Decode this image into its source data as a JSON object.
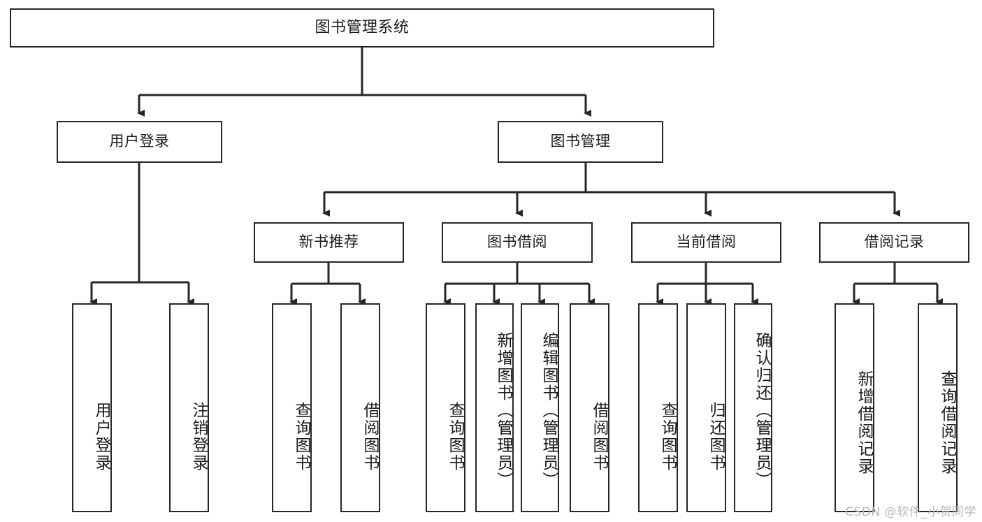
{
  "diagram": {
    "type": "tree-hierarchy",
    "title": "图书管理系统",
    "root": {
      "label": "图书管理系统"
    },
    "level2": [
      {
        "id": "user-login",
        "label": "用户登录"
      },
      {
        "id": "book-management",
        "label": "图书管理"
      }
    ],
    "level3": [
      {
        "id": "new-book-recommend",
        "label": "新书推荐",
        "parent": "book-management"
      },
      {
        "id": "book-borrow",
        "label": "图书借阅",
        "parent": "book-management"
      },
      {
        "id": "current-borrow",
        "label": "当前借阅",
        "parent": "book-management"
      },
      {
        "id": "borrow-record",
        "label": "借阅记录",
        "parent": "book-management"
      }
    ],
    "leaves": {
      "user_login": [
        {
          "id": "leaf-user-login",
          "label": "用户登录"
        },
        {
          "id": "leaf-logout",
          "label": "注销登录"
        }
      ],
      "new_book_recommend": [
        {
          "id": "leaf-query-book-1",
          "label": "查询图书"
        },
        {
          "id": "leaf-borrow-book-1",
          "label": "借阅图书"
        }
      ],
      "book_borrow": [
        {
          "id": "leaf-query-book-2",
          "label": "查询图书"
        },
        {
          "id": "leaf-add-book",
          "label": "新增图书（管理员）"
        },
        {
          "id": "leaf-edit-book",
          "label": "编辑图书（管理员）"
        },
        {
          "id": "leaf-borrow-book-2",
          "label": "借阅图书"
        }
      ],
      "current_borrow": [
        {
          "id": "leaf-query-book-3",
          "label": "查询图书"
        },
        {
          "id": "leaf-return-book",
          "label": "归还图书"
        },
        {
          "id": "leaf-confirm-return",
          "label": "确认归还（管理员）"
        }
      ],
      "borrow_record": [
        {
          "id": "leaf-add-record",
          "label": "新增借阅记录"
        },
        {
          "id": "leaf-query-record",
          "label": "查询借阅记录"
        }
      ]
    },
    "colors": {
      "stroke": "#262626",
      "background": "#ffffff",
      "text": "#1a1a1a",
      "watermark": "#b9b9b9"
    }
  },
  "watermark": {
    "text": "CSDN @软件_小贺同学"
  }
}
